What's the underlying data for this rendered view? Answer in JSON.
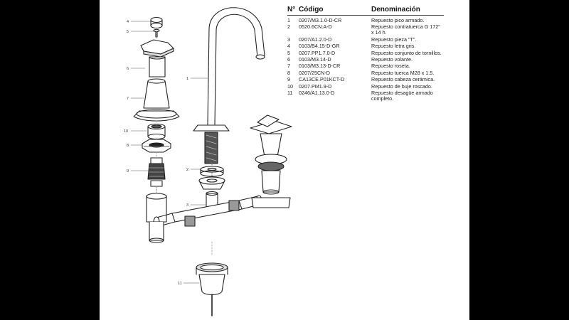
{
  "table": {
    "headers": {
      "number": "N°",
      "code": "Código",
      "name": "Denominación"
    },
    "rows": [
      {
        "n": "1",
        "code": "0207/M3.1.0-D-CR",
        "desc": "Repuesto pico armado."
      },
      {
        "n": "2",
        "code": "0520.6CN.A-D",
        "desc": "Repuesto contratuerca G 172\" x 14 h."
      },
      {
        "n": "3",
        "code": "0207/A1.2.0-D",
        "desc": "Repuesto pieza \"T\"."
      },
      {
        "n": "4",
        "code": "0103/B4.15-D-GR",
        "desc": "Repuesto letra gris."
      },
      {
        "n": "5",
        "code": "0207.PP1.7.0-D",
        "desc": "Repuesto conjunto de tornillos."
      },
      {
        "n": "6",
        "code": "0103/M3.14-D",
        "desc": "Repuesto volante."
      },
      {
        "n": "7",
        "code": "0103/M3.13-D-CR",
        "desc": "Repuesto roseta."
      },
      {
        "n": "8",
        "code": "0207/25CN-D",
        "desc": "Repuesto tuerca M28 x 1.5."
      },
      {
        "n": "9",
        "code": "CA13CE.P01KCT-D",
        "desc": "Repuesto cabeza cerámica."
      },
      {
        "n": "10",
        "code": "0207.PM1.9-D",
        "desc": "Repuesto de buje roscado."
      },
      {
        "n": "11",
        "code": "0246/A1.13.0-D",
        "desc": "Repuesto desagüe armado completo."
      }
    ]
  },
  "callouts": {
    "c1": "1",
    "c2": "2",
    "c3": "3",
    "c4": "4",
    "c5": "5",
    "c6": "6",
    "c7": "7",
    "c8": "8",
    "c9": "9",
    "c10": "10",
    "c11": "11"
  }
}
